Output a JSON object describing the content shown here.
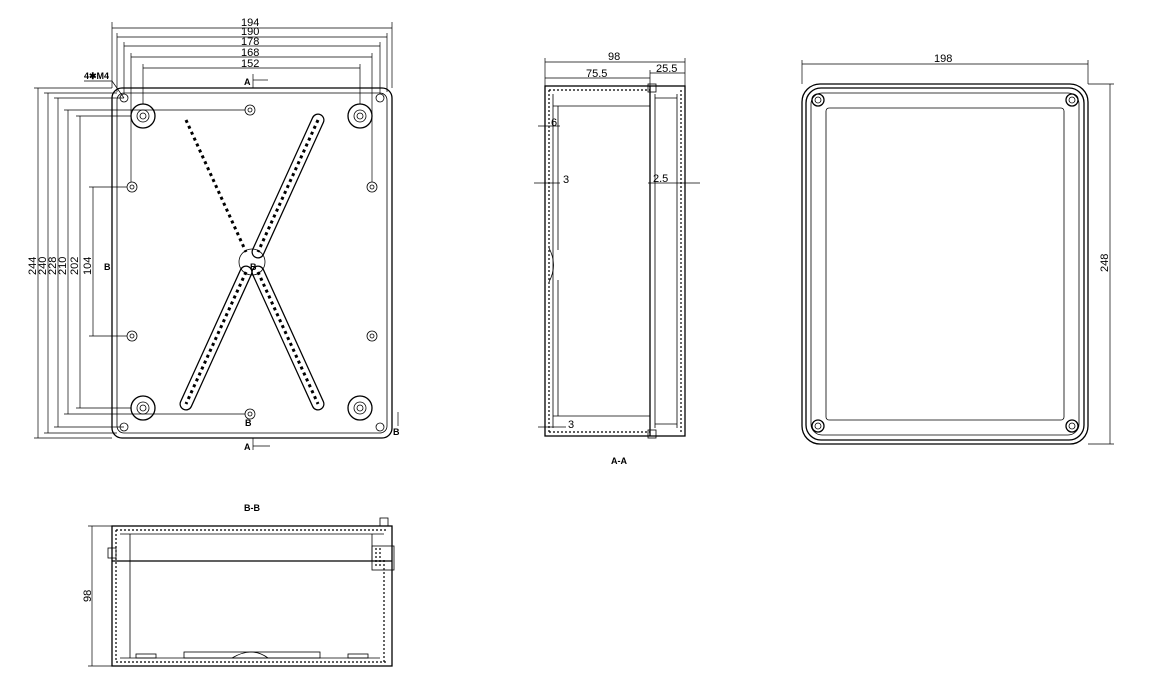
{
  "front_view": {
    "dims_width": [
      "194",
      "190",
      "178",
      "168",
      "152"
    ],
    "dims_height": [
      "244",
      "240",
      "228",
      "210",
      "202",
      "104"
    ],
    "hole_label": "4✱M4",
    "section_a": "A",
    "section_b": "B"
  },
  "section_aa": {
    "depth_total": "98",
    "depth_body": "75.5",
    "depth_lid": "25.5",
    "wall_top": "6",
    "wall_side": "3",
    "lid_wall": "2.5",
    "wall_bottom": "3",
    "title": "A-A"
  },
  "lid_view": {
    "width": "198",
    "height": "248"
  },
  "section_bb": {
    "title": "B-B",
    "depth": "98"
  }
}
